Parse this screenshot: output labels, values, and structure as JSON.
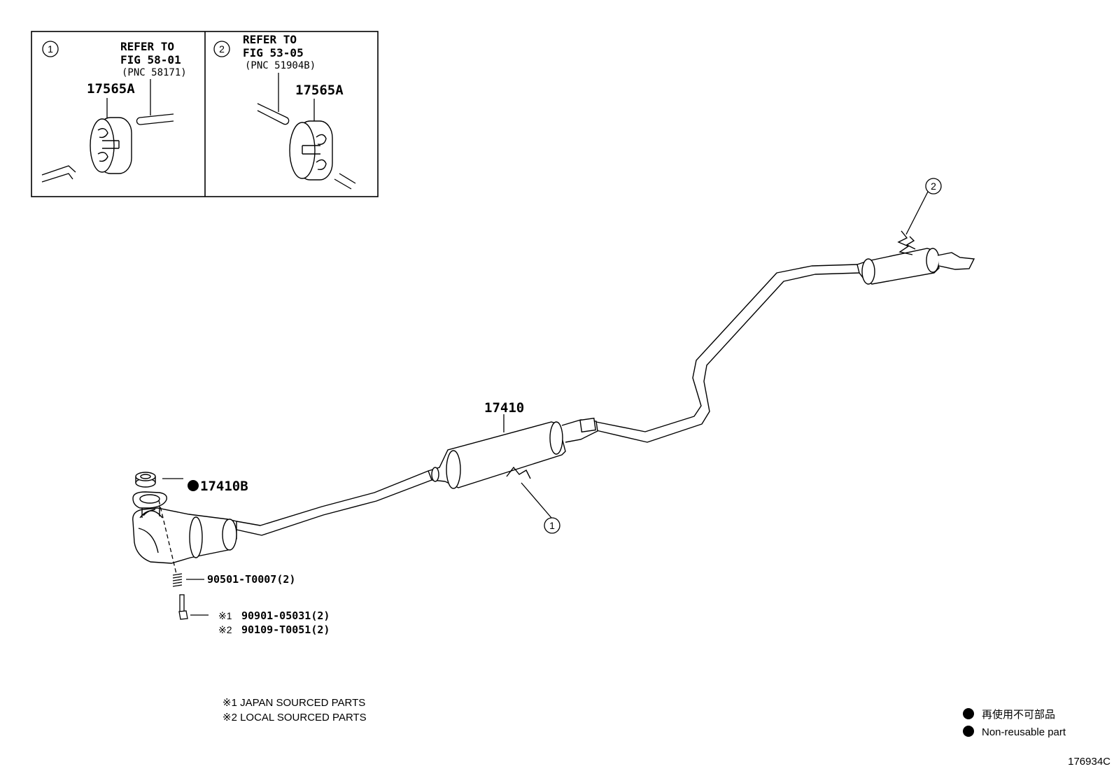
{
  "inset_1": {
    "marker": "1",
    "refer_line1": "REFER TO",
    "refer_line2": "FIG 58-01",
    "refer_line3": "(PNC 58171)",
    "part": "17565A"
  },
  "inset_2": {
    "marker": "2",
    "refer_line1": "REFER TO",
    "refer_line2": "FIG 53-05",
    "refer_line3": "(PNC 51904B)",
    "part": "17565A"
  },
  "main": {
    "pipe_part": "17410",
    "gasket_part": "17410B",
    "spring_part": "90501-T0007(2)",
    "bolt_line1_mark": "※1",
    "bolt_line1_part": "90901-05031(2)",
    "bolt_line2_mark": "※2",
    "bolt_line2_part": "90109-T0051(2)",
    "callout_1": "1",
    "callout_2": "2"
  },
  "notes": {
    "note1": "※1 JAPAN SOURCED PARTS",
    "note2": "※2 LOCAL SOURCED PARTS"
  },
  "legend": {
    "jp": "再使用不可部品",
    "en": "Non-reusable part"
  },
  "figure_id": "176934C"
}
